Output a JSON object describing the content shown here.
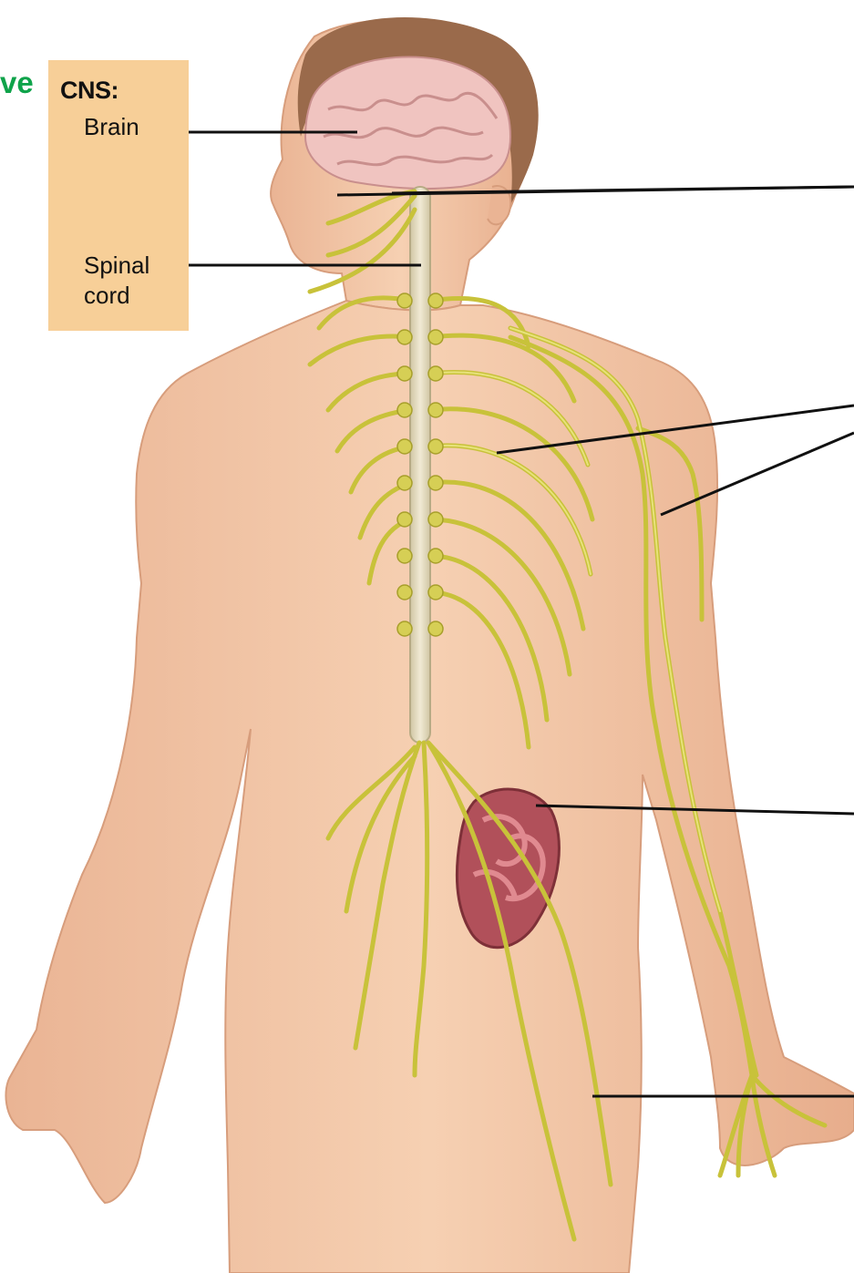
{
  "diagram": {
    "green_fragment": "ve",
    "cns_heading": "CNS:",
    "brain_label": "Brain",
    "spinal_cord_label_line1": "Spinal",
    "spinal_cord_label_line2": "cord"
  },
  "colors": {
    "cns_box": "#f7cf98",
    "green_text": "#0fa34a",
    "skin": "#f3c7a6",
    "skin_shade": "#e7ad8c",
    "nerve": "#c8c23a",
    "nerve_light": "#e7e27a",
    "spinal_cord": "#e8dfc3",
    "brain": "#f0c4c0",
    "hair": "#9a6a4b",
    "intestine": "#b1505a",
    "leader_line": "#111111"
  }
}
